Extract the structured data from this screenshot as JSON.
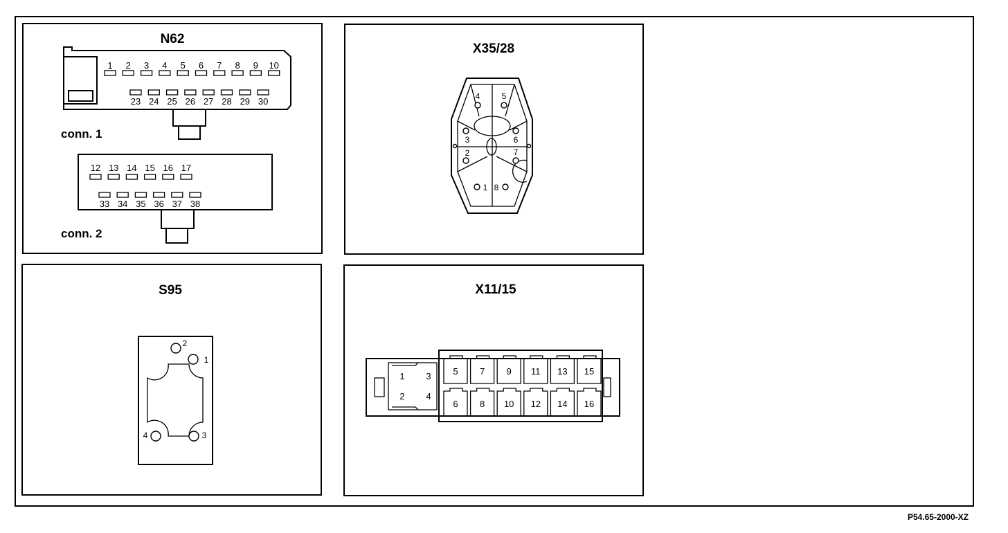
{
  "reference": "P54.65-2000-XZ",
  "panels": {
    "n62": {
      "title": "N62",
      "conn1_label": "conn. 1",
      "conn2_label": "conn.  2",
      "conn1_top_pins": [
        "1",
        "2",
        "3",
        "4",
        "5",
        "6",
        "7",
        "8",
        "9",
        "10"
      ],
      "conn1_bottom_pins": [
        "23",
        "24",
        "25",
        "26",
        "27",
        "28",
        "29",
        "30"
      ],
      "conn2_top_pins": [
        "12",
        "13",
        "14",
        "15",
        "16",
        "17"
      ],
      "conn2_bottom_pins": [
        "33",
        "34",
        "35",
        "36",
        "37",
        "38"
      ]
    },
    "x35_28": {
      "title": "X35/28",
      "pins": [
        "1",
        "2",
        "3",
        "4",
        "5",
        "6",
        "7",
        "8"
      ]
    },
    "s95": {
      "title": "S95",
      "pins": [
        "1",
        "2",
        "3",
        "4"
      ]
    },
    "x11_15": {
      "title": "X11/15",
      "pins_top": [
        "1",
        "3"
      ],
      "pins_bottom": [
        "2",
        "4"
      ],
      "cells_top": [
        "5",
        "7",
        "9",
        "11",
        "13",
        "15"
      ],
      "cells_bottom": [
        "6",
        "8",
        "10",
        "12",
        "14",
        "16"
      ]
    }
  }
}
